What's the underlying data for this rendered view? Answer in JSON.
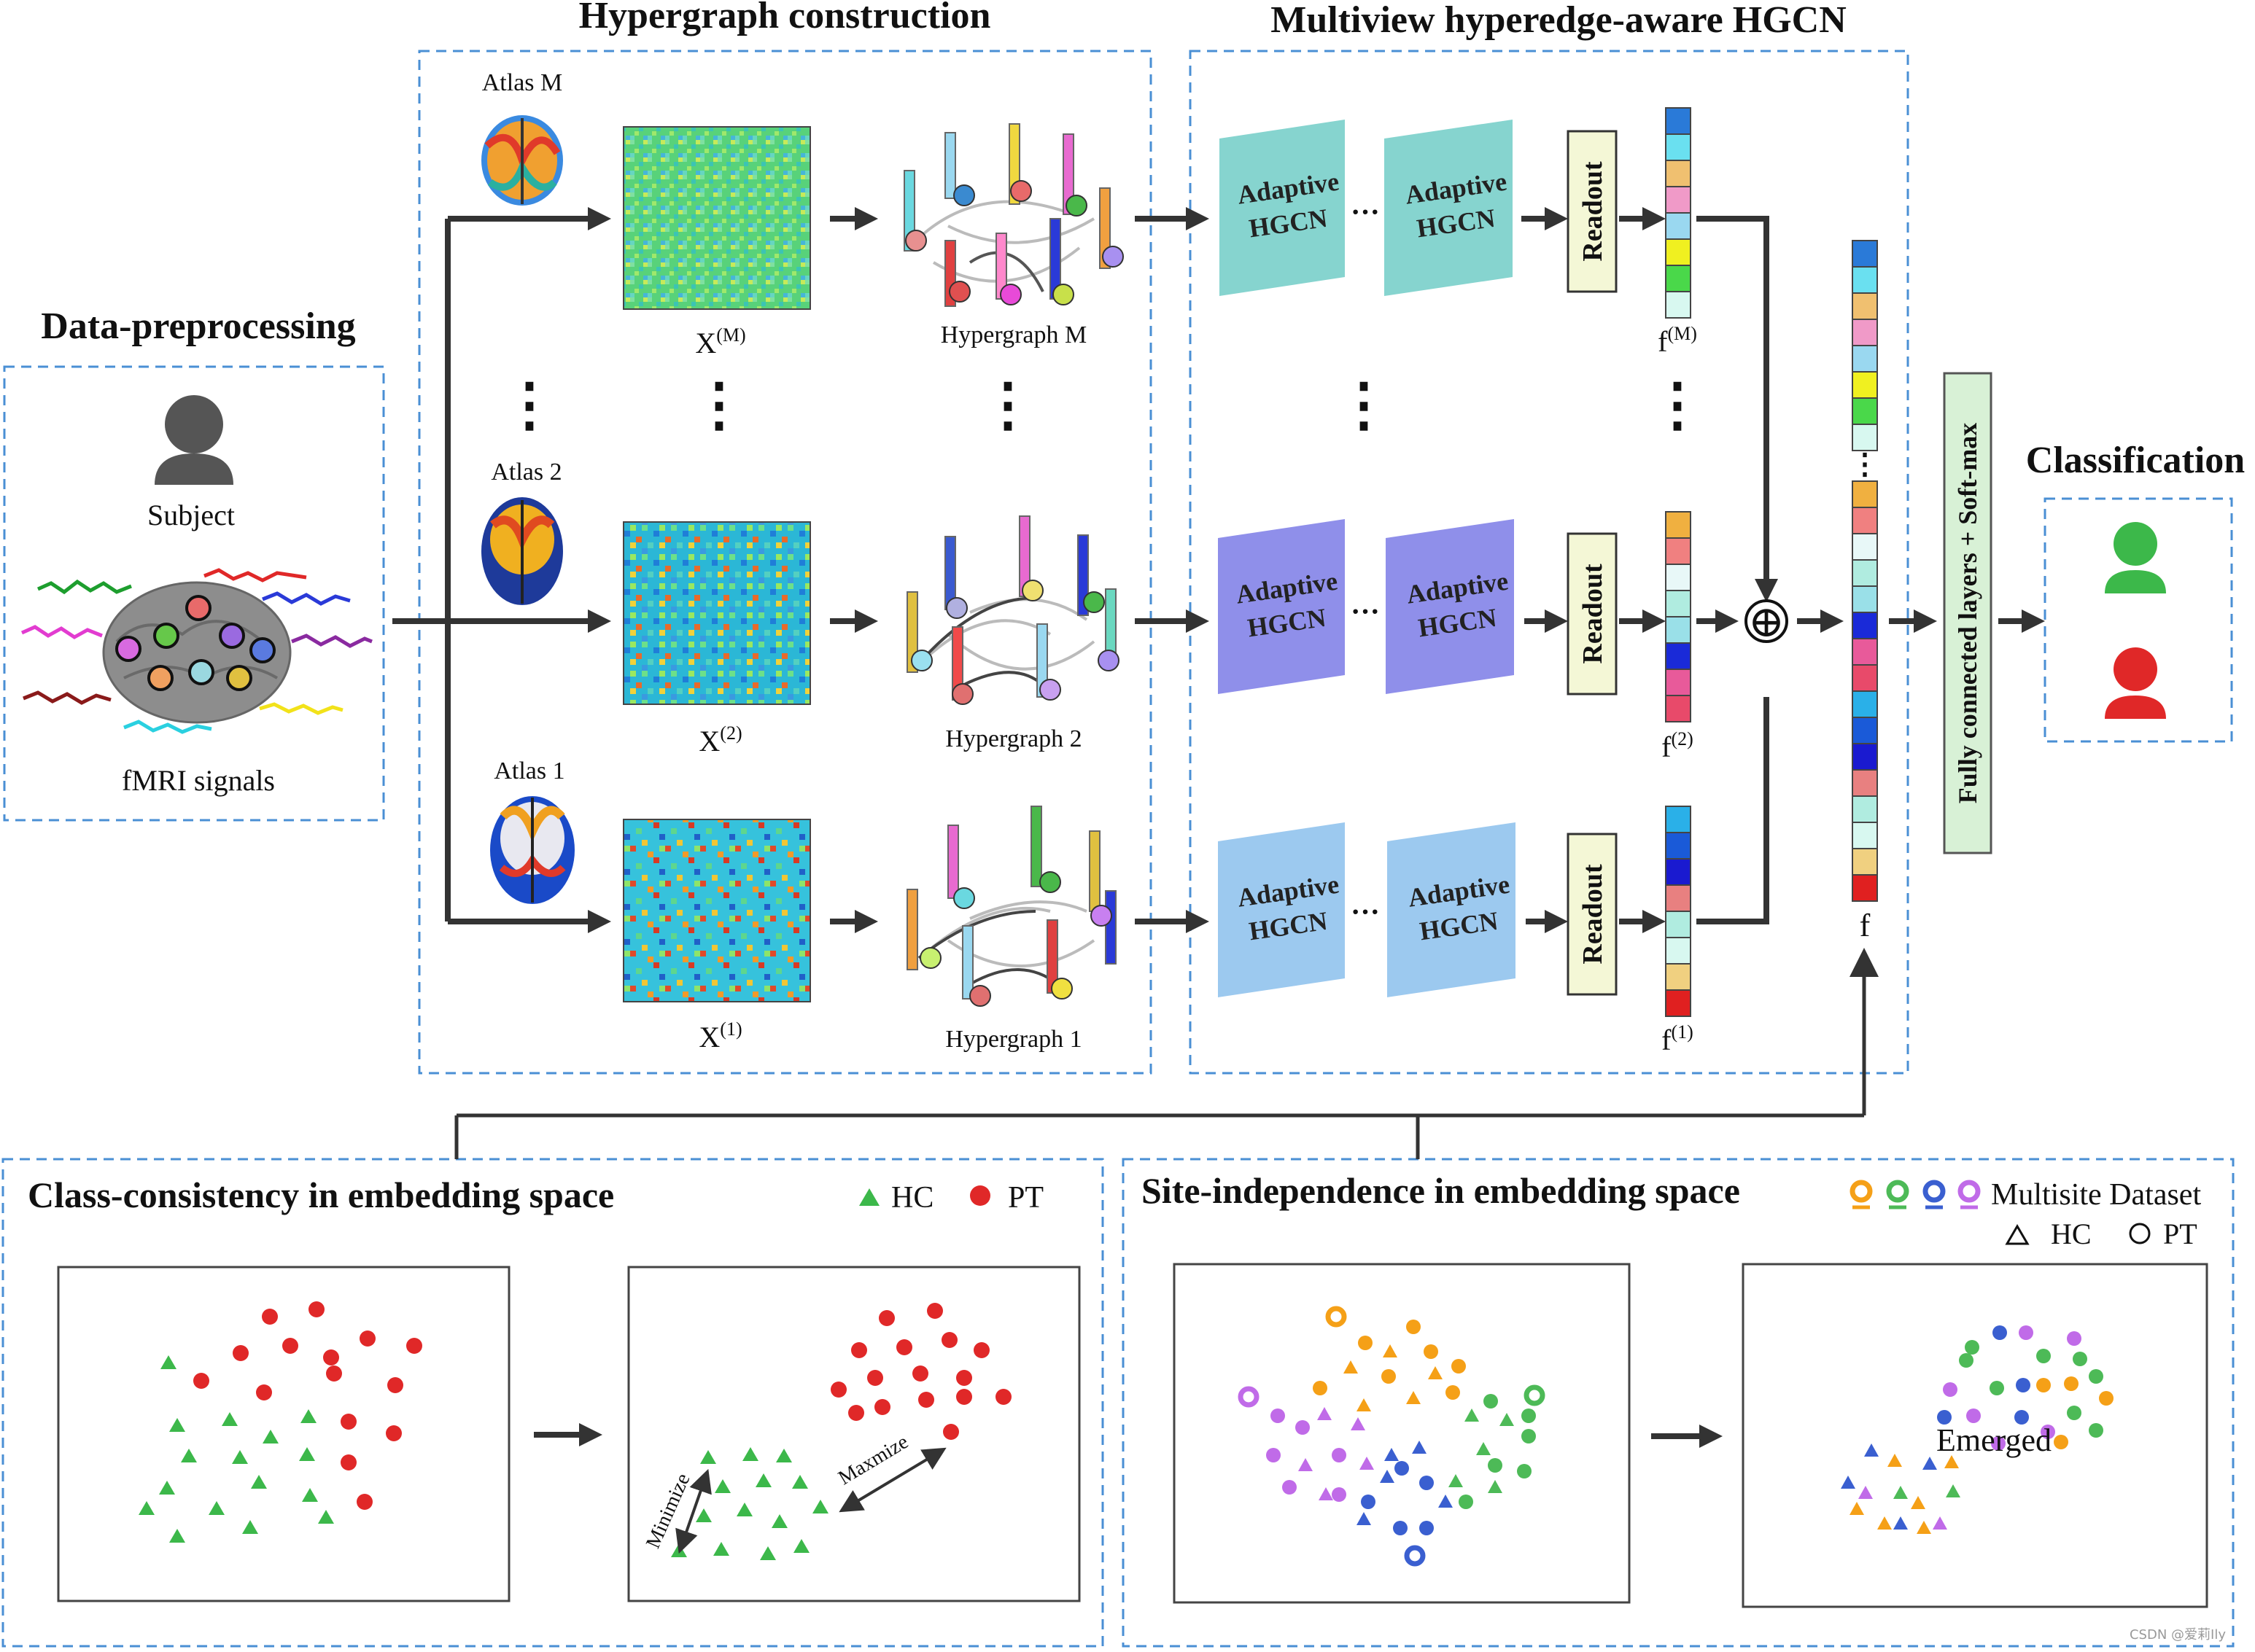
{
  "sections": {
    "preprocessing": "Data-preprocessing",
    "hypergraph": "Hypergraph construction",
    "hgcn": "Multiview hyperedge-aware HGCN",
    "classification": "Classification",
    "class_consistency": "Class-consistency in embedding space",
    "site_independence": "Site-independence in embedding space"
  },
  "preprocessing": {
    "subject": "Subject",
    "signals": "fMRI signals"
  },
  "atlases": [
    "Atlas M",
    "Atlas 2",
    "Atlas 1"
  ],
  "features": {
    "x_base": "X",
    "x_sup": [
      "(M)",
      "(2)",
      "(1)"
    ],
    "f_base": "f",
    "f_sup": [
      "(M)",
      "(2)",
      "(1)"
    ],
    "fused": "f"
  },
  "hypergraphs": [
    "Hypergraph M",
    "Hypergraph 2",
    "Hypergraph 1"
  ],
  "hgcn_block": {
    "line1": "Adaptive",
    "line2": "HGCN",
    "ellipsis": "···",
    "readout": "Readout"
  },
  "fc_label": "Fully connected layers + Soft-max",
  "fuse_symbol": "⊕",
  "vdots": "⋮",
  "legend_class": {
    "hc": "HC",
    "pt": "PT"
  },
  "legend_site": {
    "dataset": "Multisite Dataset",
    "hc": "HC",
    "pt": "PT"
  },
  "embedding": {
    "minimize": "Minimize",
    "maximize": "Maxmize",
    "emerged": "Emerged"
  },
  "watermark": "CSDN @爱莉Ily",
  "colors": {
    "dash": "#4a8fd4",
    "hgcn_teal": "#86d4cf",
    "hgcn_purple": "#8f8fea",
    "hgcn_blue": "#9cc9ef",
    "readout": "#f4f7d6",
    "fc": "#d8f1d6",
    "hc": "#3cb84a",
    "pt": "#e02828",
    "site_orange": "#f5a017",
    "site_green": "#4dba57",
    "site_blue": "#3a5fd0",
    "site_purple": "#c06be8"
  }
}
